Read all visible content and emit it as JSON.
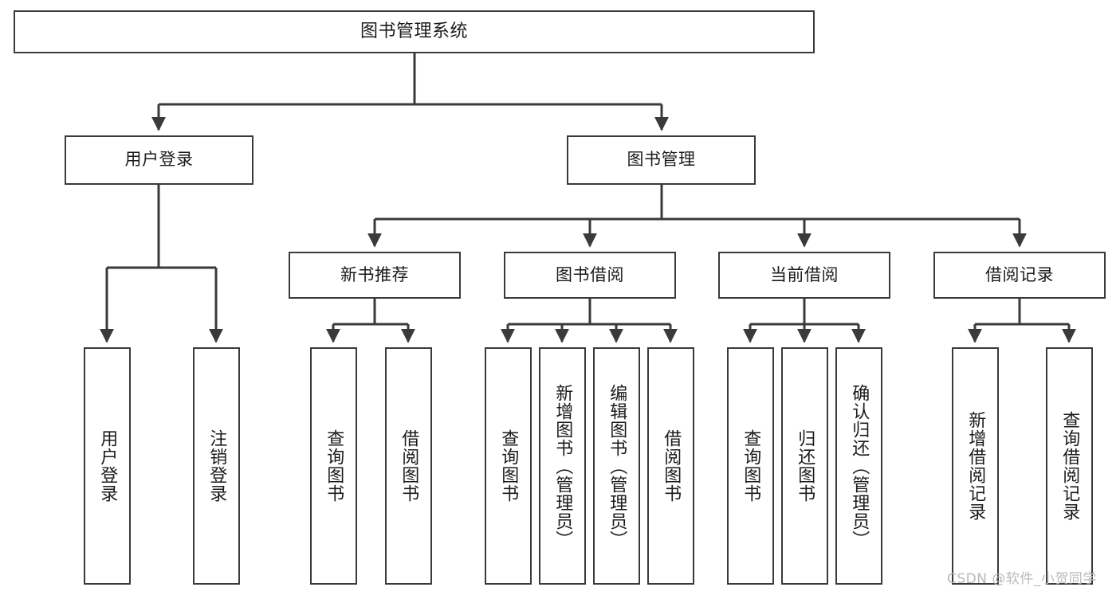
{
  "diagram": {
    "title": "图书管理系统",
    "watermark": "CSDN @软件_小贺同学",
    "colors": {
      "stroke": "#3a3a3a",
      "fill": "#ffffff",
      "text": "#1b1b1b",
      "watermark": "#b9b9b9"
    }
  },
  "chart_data": {
    "type": "tree",
    "title": "图书管理系统",
    "orientation": "top-down",
    "root": {
      "label": "图书管理系统",
      "children": [
        {
          "label": "用户登录",
          "children": [
            {
              "label": "用户登录"
            },
            {
              "label": "注销登录"
            }
          ]
        },
        {
          "label": "图书管理",
          "children": [
            {
              "label": "新书推荐",
              "children": [
                {
                  "label": "查询图书"
                },
                {
                  "label": "借阅图书"
                }
              ]
            },
            {
              "label": "图书借阅",
              "children": [
                {
                  "label": "查询图书"
                },
                {
                  "label": "新增图书（管理员）"
                },
                {
                  "label": "编辑图书（管理员）"
                },
                {
                  "label": "借阅图书"
                }
              ]
            },
            {
              "label": "当前借阅",
              "children": [
                {
                  "label": "查询图书"
                },
                {
                  "label": "归还图书"
                },
                {
                  "label": "确认归还（管理员）"
                }
              ]
            },
            {
              "label": "借阅记录",
              "children": [
                {
                  "label": "新增借阅记录"
                },
                {
                  "label": "查询借阅记录"
                }
              ]
            }
          ]
        }
      ]
    }
  },
  "nodes": {
    "root": "图书管理系统",
    "level1": {
      "user_login": "用户登录",
      "book_manage": "图书管理"
    },
    "level2": {
      "new_book_recommend": "新书推荐",
      "book_borrow": "图书借阅",
      "current_borrow": "当前借阅",
      "borrow_record": "借阅记录"
    },
    "leaves": {
      "user_login_1": "用户登录",
      "user_login_2": "注销登录",
      "new_book_1": "查询图书",
      "new_book_2": "借阅图书",
      "borrow_1": "查询图书",
      "borrow_2": "新增图书（管理员）",
      "borrow_3": "编辑图书（管理员）",
      "borrow_4": "借阅图书",
      "current_1": "查询图书",
      "current_2": "归还图书",
      "current_3": "确认归还（管理员）",
      "record_1": "新增借阅记录",
      "record_2": "查询借阅记录"
    }
  }
}
